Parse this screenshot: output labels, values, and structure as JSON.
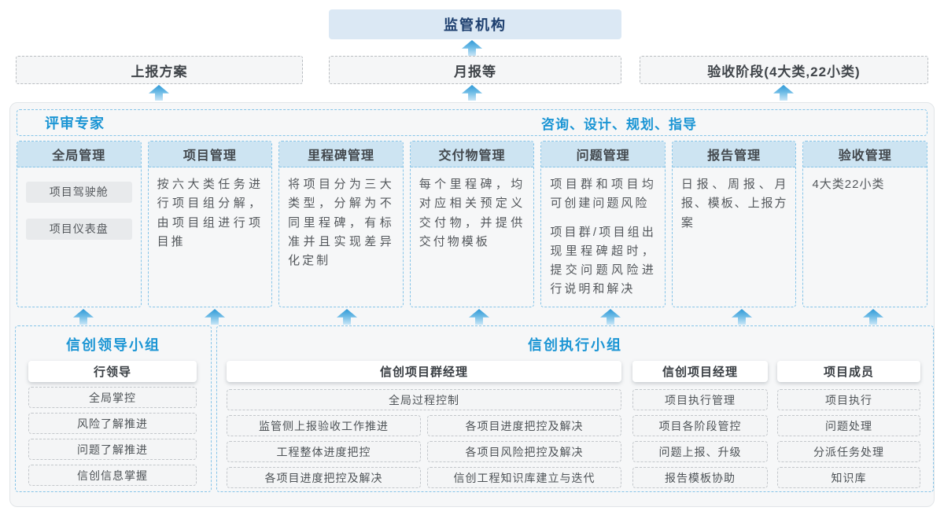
{
  "top": {
    "regulator": "监管机构",
    "report_plan": "上报方案",
    "monthly_report": "月报等",
    "acceptance_phase": "验收阶段(4大类,22小类)"
  },
  "main": {
    "experts_label": "评审专家",
    "consulting_label": "咨询、设计、规划、指导",
    "columns": [
      {
        "title": "全局管理",
        "pills": [
          "项目驾驶舱",
          "项目仪表盘"
        ]
      },
      {
        "title": "项目管理",
        "paragraphs": [
          "按六大类任务进行项目组分解，由项目组进行项目推"
        ]
      },
      {
        "title": "里程碑管理",
        "paragraphs": [
          "将项目分为三大类型，分解为不同里程碑，有标准并且实现差异化定制"
        ]
      },
      {
        "title": "交付物管理",
        "paragraphs": [
          "每个里程碑，均对应相关预定义交付物，并提供交付物模板"
        ]
      },
      {
        "title": "问题管理",
        "paragraphs": [
          "项目群和项目均可创建问题风险",
          "项目群/项目组出现里程碑超时，提交问题风险进行说明和解决"
        ]
      },
      {
        "title": "报告管理",
        "paragraphs": [
          "日报、周报、月报、模板、上报方案"
        ]
      },
      {
        "title": "验收管理",
        "paragraphs": [
          "4大类22小类"
        ]
      }
    ]
  },
  "bottom": {
    "leadership": {
      "title": "信创领导小组",
      "role": "行领导",
      "items": [
        "全局掌控",
        "风险了解推进",
        "问题了解推进",
        "信创信息掌握"
      ]
    },
    "execution": {
      "title": "信创执行小组",
      "program_manager": {
        "role": "信创项目群经理",
        "top_item": "全局过程控制",
        "left_items": [
          "监管侧上报验收工作推进",
          "工程整体进度把控",
          "各项目进度把控及解决"
        ],
        "right_items": [
          "各项目进度把控及解决",
          "各项目风险把控及解决",
          "信创工程知识库建立与迭代"
        ]
      },
      "project_manager": {
        "role": "信创项目经理",
        "items": [
          "项目执行管理",
          "项目各阶段管控",
          "问题上报、升级",
          "报告模板协助"
        ]
      },
      "members": {
        "role": "项目成员",
        "items": [
          "项目执行",
          "问题处理",
          "分派任务处理",
          "知识库"
        ]
      }
    }
  },
  "colors": {
    "accent_blue": "#1b95d4",
    "navy": "#1c3e6e",
    "column_header_fill": "#cde4f2",
    "dashed_blue_border": "#85c4e8",
    "panel_fill": "#f6f7f8",
    "arrow_blue": "#2e99d7"
  }
}
